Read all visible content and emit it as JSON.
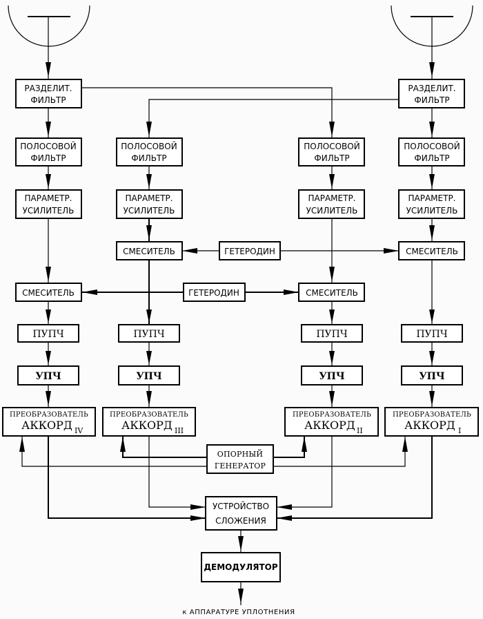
{
  "diagram": {
    "antennas": [
      {
        "id": "antenna-left",
        "name": "antenna"
      },
      {
        "id": "antenna-right",
        "name": "antenna"
      }
    ],
    "blocks": {
      "splitter_left": {
        "line1": "РАЗДЕЛИТ.",
        "line2": "ФИЛЬТР"
      },
      "splitter_right": {
        "line1": "РАЗДЕЛИТ.",
        "line2": "ФИЛЬТР"
      },
      "bandpass": [
        {
          "line1": "ПОЛОСОВОЙ",
          "line2": "ФИЛЬТР"
        },
        {
          "line1": "ПОЛОСОВОЙ",
          "line2": "ФИЛЬТР"
        },
        {
          "line1": "ПОЛОСОВОЙ",
          "line2": "ФИЛЬТР"
        },
        {
          "line1": "ПОЛОСОВОЙ",
          "line2": "ФИЛЬТР"
        }
      ],
      "param_amp": [
        {
          "line1": "ПАРАМЕТР.",
          "line2": "УСИЛИТЕЛЬ"
        },
        {
          "line1": "ПАРАМЕТР.",
          "line2": "УСИЛИТЕЛЬ"
        },
        {
          "line1": "ПАРАМЕТР.",
          "line2": "УСИЛИТЕЛЬ"
        },
        {
          "line1": "ПАРАМЕТР.",
          "line2": "УСИЛИТЕЛЬ"
        }
      ],
      "mixers": [
        "СМЕСИТЕЛЬ",
        "СМЕСИТЕЛЬ",
        "СМЕСИТЕЛЬ",
        "СМЕСИТЕЛЬ"
      ],
      "heterodynes": [
        "ГЕТЕРОДИН",
        "ГЕТЕРОДИН"
      ],
      "preamp_if": [
        "ПУПЧ",
        "ПУПЧ",
        "ПУПЧ",
        "ПУПЧ"
      ],
      "amp_if": [
        "УПЧ",
        "УПЧ",
        "УПЧ",
        "УПЧ"
      ],
      "converters": [
        {
          "line1": "ПРЕОБРАЗОВАТЕЛЬ",
          "line2": "АККОРД",
          "index": "IV"
        },
        {
          "line1": "ПРЕОБРАЗОВАТЕЛЬ",
          "line2": "АККОРД",
          "index": "III"
        },
        {
          "line1": "ПРЕОБРАЗОВАТЕЛЬ",
          "line2": "АККОРД",
          "index": "II"
        },
        {
          "line1": "ПРЕОБРАЗОВАТЕЛЬ",
          "line2": "АККОРД",
          "index": "I"
        }
      ],
      "ref_generator": {
        "line1": "ОПОРНЫЙ",
        "line2": "ГЕНЕРАТОР"
      },
      "combiner": {
        "line1": "УСТРОЙСТВО",
        "line2": "СЛОЖЕНИЯ"
      },
      "demodulator": "ДЕМОДУЛЯТОР"
    },
    "footer": "к АППАРАТУРЕ УПЛОТНЕНИЯ"
  }
}
